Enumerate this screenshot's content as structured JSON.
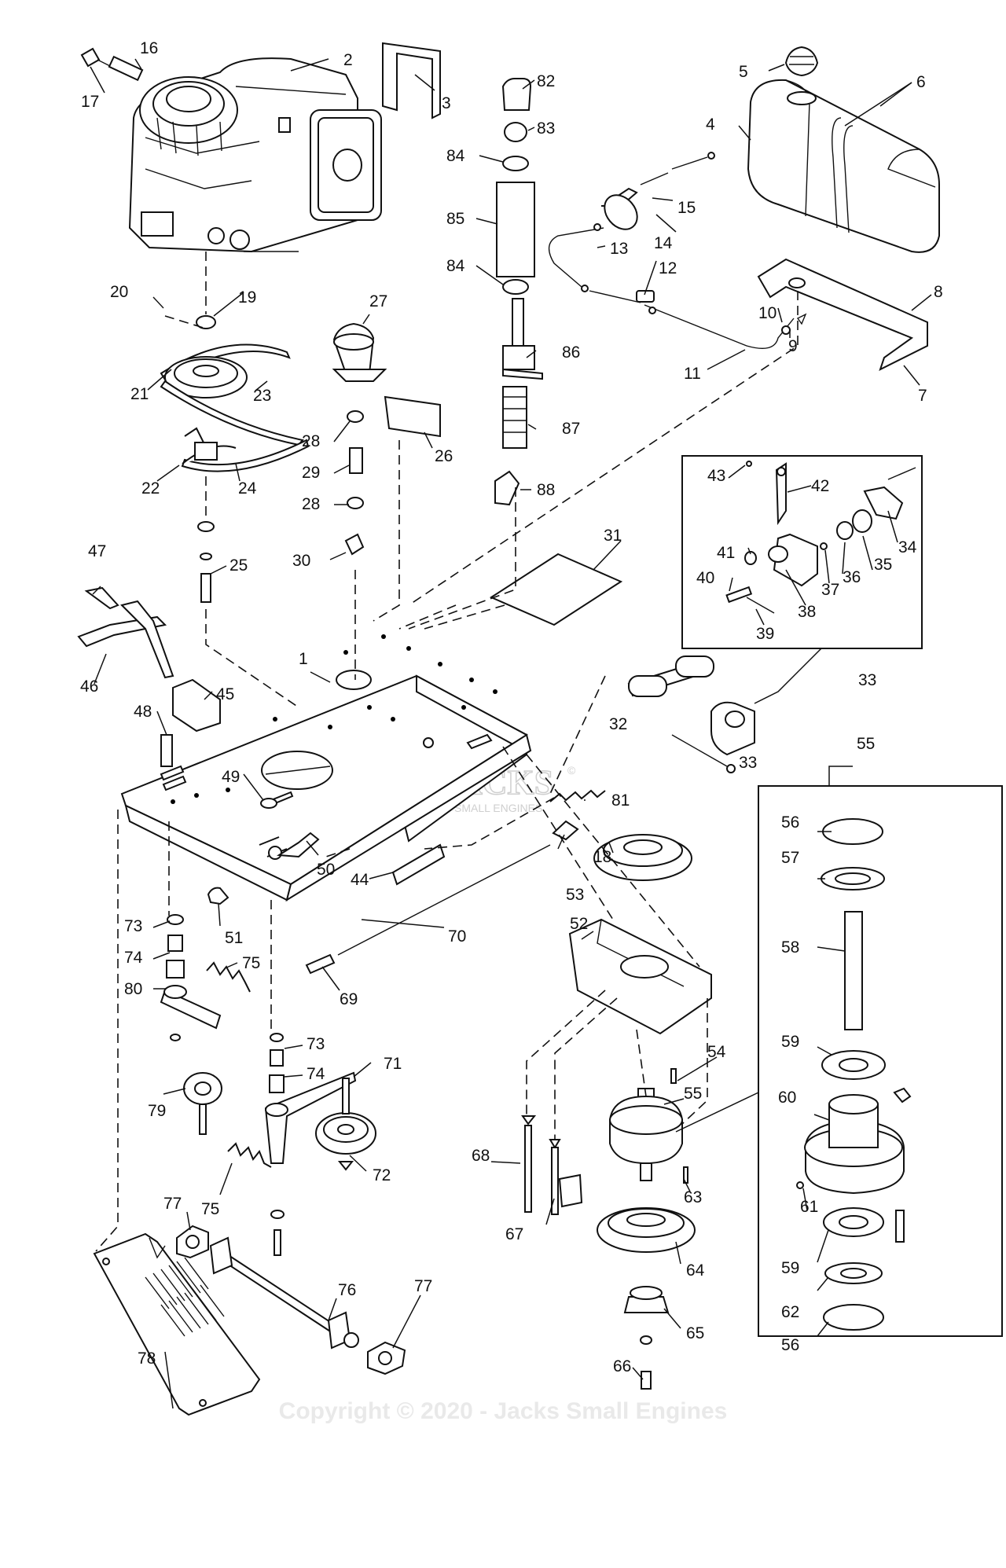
{
  "diagram": {
    "copyright": "Copyright © 2020 - Jacks Small Engines",
    "watermark": {
      "brand": "JACKS",
      "registered": "©",
      "tagline": "SMALL ENGINES"
    },
    "callouts": [
      "1",
      "2",
      "3",
      "4",
      "5",
      "6",
      "7",
      "8",
      "9",
      "10",
      "11",
      "12",
      "13",
      "14",
      "15",
      "16",
      "17",
      "18",
      "19",
      "20",
      "21",
      "22",
      "23",
      "24",
      "25",
      "26",
      "27",
      "28",
      "29",
      "30",
      "31",
      "32",
      "33",
      "34",
      "35",
      "36",
      "37",
      "38",
      "39",
      "40",
      "41",
      "42",
      "43",
      "44",
      "45",
      "46",
      "47",
      "48",
      "49",
      "50",
      "51",
      "52",
      "53",
      "54",
      "55",
      "56",
      "57",
      "58",
      "59",
      "60",
      "61",
      "62",
      "63",
      "64",
      "65",
      "66",
      "67",
      "68",
      "69",
      "70",
      "71",
      "72",
      "73",
      "74",
      "75",
      "76",
      "77",
      "78",
      "79",
      "80",
      "81",
      "82",
      "83",
      "84",
      "85",
      "86",
      "87",
      "88"
    ]
  }
}
